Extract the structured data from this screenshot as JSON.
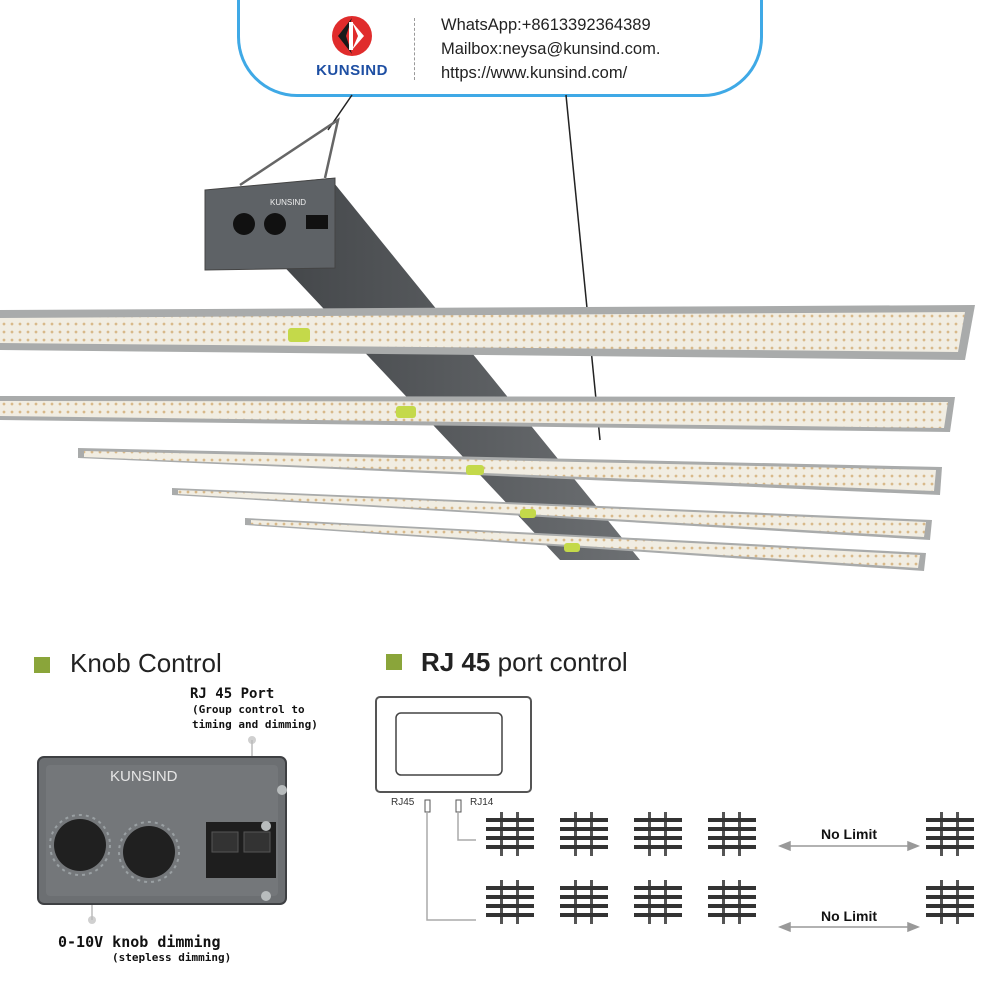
{
  "header": {
    "brand": "KUNSIND",
    "whatsapp": "WhatsApp:+8613392364389",
    "mailbox": "Mailbox:neysa@kunsind.com.",
    "website": "https://www.kunsind.com/"
  },
  "product": {
    "fixture_brand": "KUNSIND",
    "bars_count": 5
  },
  "knob_section": {
    "title": "Knob Control",
    "rj45_port_title": "RJ 45 Port",
    "rj45_port_desc_line1": "(Group control to",
    "rj45_port_desc_line2": "timing and dimming)",
    "panel_brand": "KUNSIND",
    "knob_title": "0-10V knob dimming",
    "knob_desc": "(stepless dimming)"
  },
  "rj45_section": {
    "title_bold": "RJ 45",
    "title_rest": " port control",
    "port_left": "RJ45",
    "port_right": "RJ14",
    "no_limit_1": "No Limit",
    "no_limit_2": "No Limit"
  },
  "colors": {
    "accent_green": "#8aa53a",
    "banner_border": "#3fa9e6",
    "brand_blue": "#1e4fa3",
    "logo_red": "#e02c2c"
  }
}
